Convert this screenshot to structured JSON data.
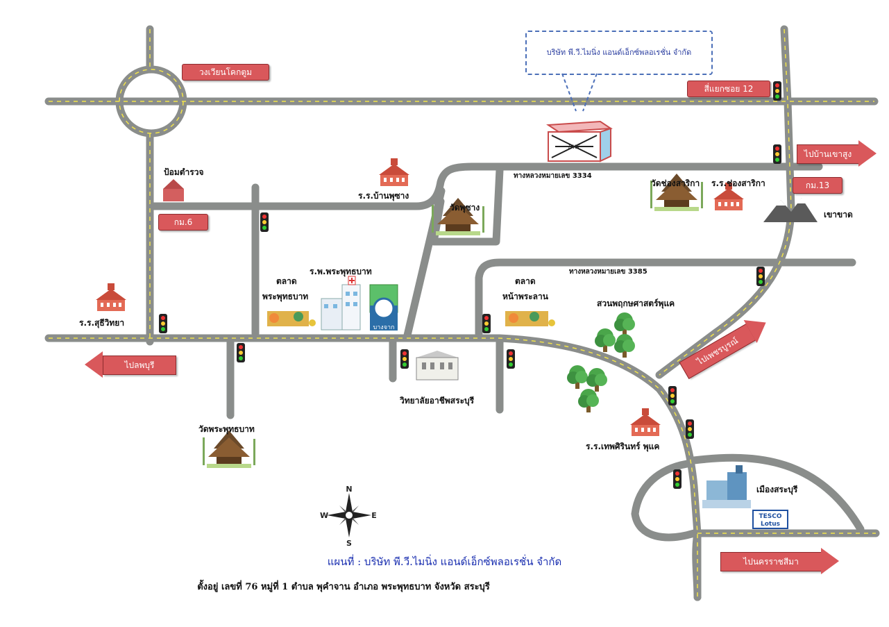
{
  "company_callout": "บริษัท พี.วี.ไมนิ่ง แอนด์เอ็กซ์พลอเรชั่น จำกัด",
  "building_logo": "P.V.X",
  "signs": {
    "roundabout": "วงเวียนโคกตูม",
    "junction_soi12": "สี่แยกซอย 12",
    "to_ban_khao_sung": "ไปบ้านเขาสูง",
    "km13": "กม.13",
    "km6": "กม.6",
    "to_lopburi": "ไปลพบุรี",
    "to_phetchabun": "ไปเพชรบูรณ์",
    "to_nakhon_ratchasima": "ไปนครราชสีมา"
  },
  "labels": {
    "police_box": "ป้อมตำรวจ",
    "school_ban_phu_chang": "ร.ร.บ้านพุซาง",
    "highway_3334": "ทางหลวงหมายเลข 3334",
    "wat_chong_sarika": "วัดช่องสาริกา",
    "school_chong_sarika": "ร.ร.ช่องสาริกา",
    "khao_khat": "เขาขาด",
    "wat_phu_chang": "วัดพุซาง",
    "highway_3385": "ทางหลวงหมายเลข 3385",
    "hospital": "ร.พ.พระพุทธบาท",
    "market_phraphutthabat_1": "ตลาด",
    "market_phraphutthabat_2": "พระพุทธบาท",
    "market_na_phralan_1": "ตลาด",
    "market_na_phralan_2": "หน้าพระลาน",
    "botanical_garden": "สวนพฤกษศาสตร์พุแค",
    "school_suthiwitthaya": "ร.ร.สุธีวิทยา",
    "vocational_college": "วิทยาลัยอาชีพสระบุรี",
    "wat_phraphutthabat": "วัดพระพุทธบาท",
    "school_thepsirin": "ร.ร.เทพศิรินทร์ พุแค",
    "mueang_saraburi": "เมืองสระบุรี",
    "bangchak_logo": "บางจาก",
    "tesco_1": "TESCO",
    "tesco_2": "Lotus"
  },
  "compass": {
    "n": "N",
    "s": "S",
    "e": "E",
    "w": "W"
  },
  "footer": {
    "title": "แผนที่ : บริษัท พี.วี.ไมนิ่ง แอนด์เอ็กซ์พลอเรชั่น จำกัด",
    "address": "ตั้งอยู่ เลขที่ 76 หมู่ที่ 1 ตำบล พุคำจาน อำเภอ พระพุทธบาท จังหวัด สระบุรี"
  },
  "colors": {
    "road": "#8a8d8b",
    "road_line": "#f2e44a",
    "sign": "#d9585b",
    "callout": "#4b6fb8",
    "footer_title": "#1a2fb0"
  }
}
